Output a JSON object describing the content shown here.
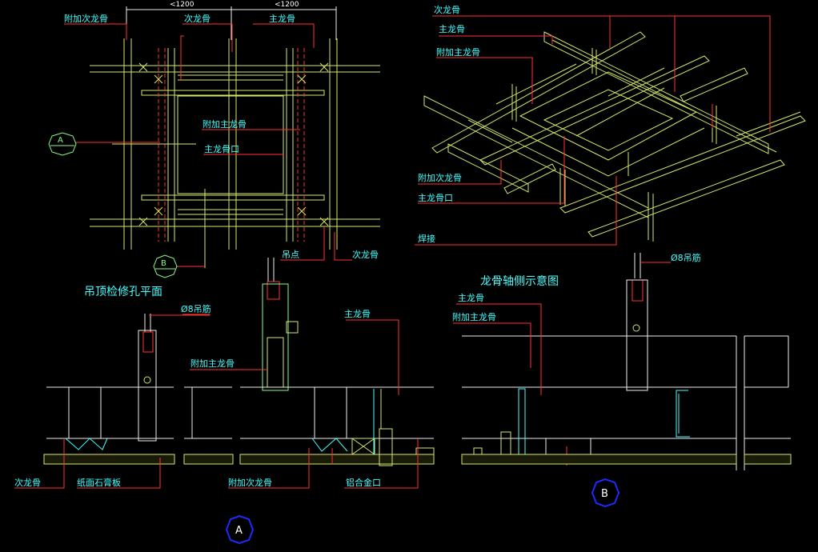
{
  "labels": {
    "fujia_cilonggu_top": "附加次龙骨",
    "cilonggu_top": "次龙骨",
    "zhulonggu_top": "主龙骨",
    "dim_left": "<1200",
    "dim_right": "<1200",
    "fujia_zhulonggu_plan": "附加主龙骨",
    "zhulonggu_kou_plan": "主龙骨口",
    "diaodian": "吊点",
    "cilonggu_plan_br": "次龙骨",
    "axo_cilonggu": "次龙骨",
    "axo_zhulonggu": "主龙骨",
    "axo_fujia_zhulonggu": "附加主龙骨",
    "axo_fujia_cilonggu": "附加次龙骨",
    "axo_zhulonggu_kou": "主龙骨口",
    "axo_hanjie": "焊接",
    "secA_diaojin": "Ø8吊筋",
    "secA_zhulonggu": "主龙骨",
    "secA_fujia_zhulonggu": "附加主龙骨",
    "secA_cilonggu": "次龙骨",
    "secA_shigaoban": "纸面石膏板",
    "secA_fujia_cilonggu": "附加次龙骨",
    "secA_lvhejinkou": "铝合金口",
    "secB_diaojin": "Ø8吊筋",
    "secB_zhulonggu": "主龙骨",
    "secB_fujia_zhulonggu": "附加主龙骨"
  },
  "titles": {
    "plan": "吊顶检修孔平面",
    "axo": "龙骨轴侧示意图"
  },
  "tags": {
    "A_small": "A",
    "B_small": "B",
    "A_big": "A",
    "B_big": "B"
  },
  "colors": {
    "background": "#000000",
    "label_text": "#44ffff",
    "framework": "#d6e66b",
    "leader": "#ff3333",
    "tag_circle": "#1a2cff"
  }
}
